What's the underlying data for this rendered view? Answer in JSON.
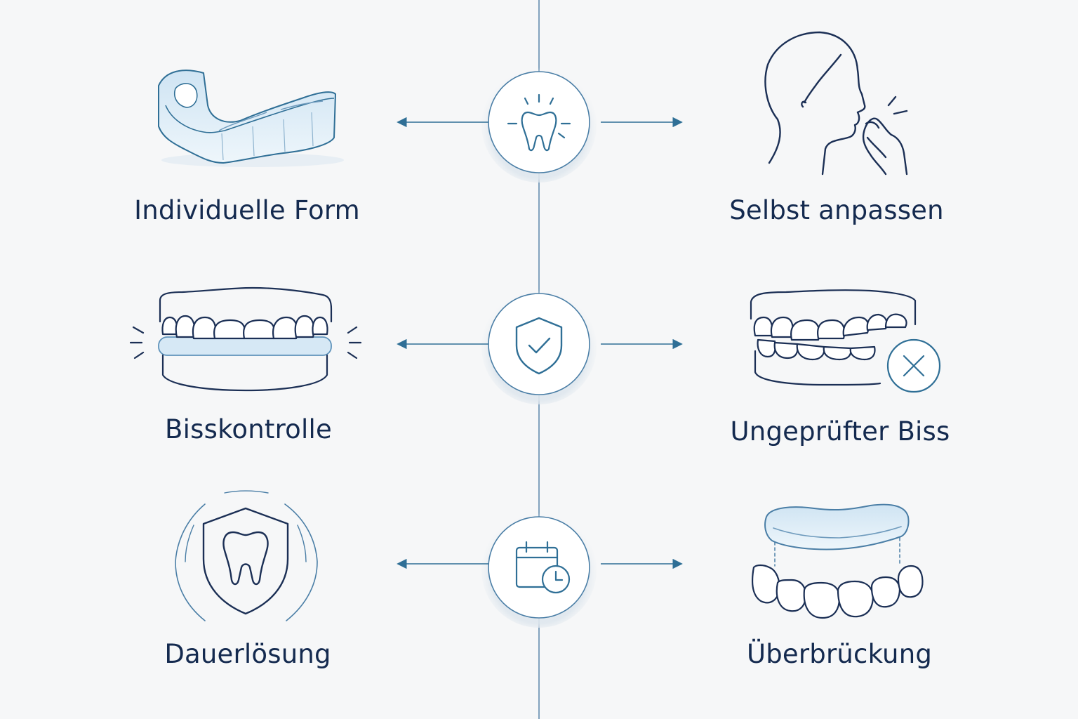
{
  "colors": {
    "background": "#f6f7f8",
    "text": "#142a4f",
    "line": "#4a7ea6",
    "icon_dark": "#1b2f55",
    "accent": "#2f6f96",
    "tray_fill": "#dcecf7"
  },
  "left_items": [
    {
      "label": "Individuelle Form",
      "icon": "custom-mouthguard-icon"
    },
    {
      "label": "Bisskontrolle",
      "icon": "controlled-bite-teeth-icon"
    },
    {
      "label": "Dauerlösung",
      "icon": "shield-tooth-icon"
    }
  ],
  "right_items": [
    {
      "label": "Selbst anpassen",
      "icon": "person-fitting-icon"
    },
    {
      "label": "Ungeprüfter Biss",
      "icon": "unchecked-bite-icon"
    },
    {
      "label": "Überbrückung",
      "icon": "tray-over-teeth-icon"
    }
  ],
  "center_nodes": [
    {
      "icon": "tooth-sparkle-icon"
    },
    {
      "icon": "shield-check-icon"
    },
    {
      "icon": "calendar-clock-icon"
    }
  ]
}
